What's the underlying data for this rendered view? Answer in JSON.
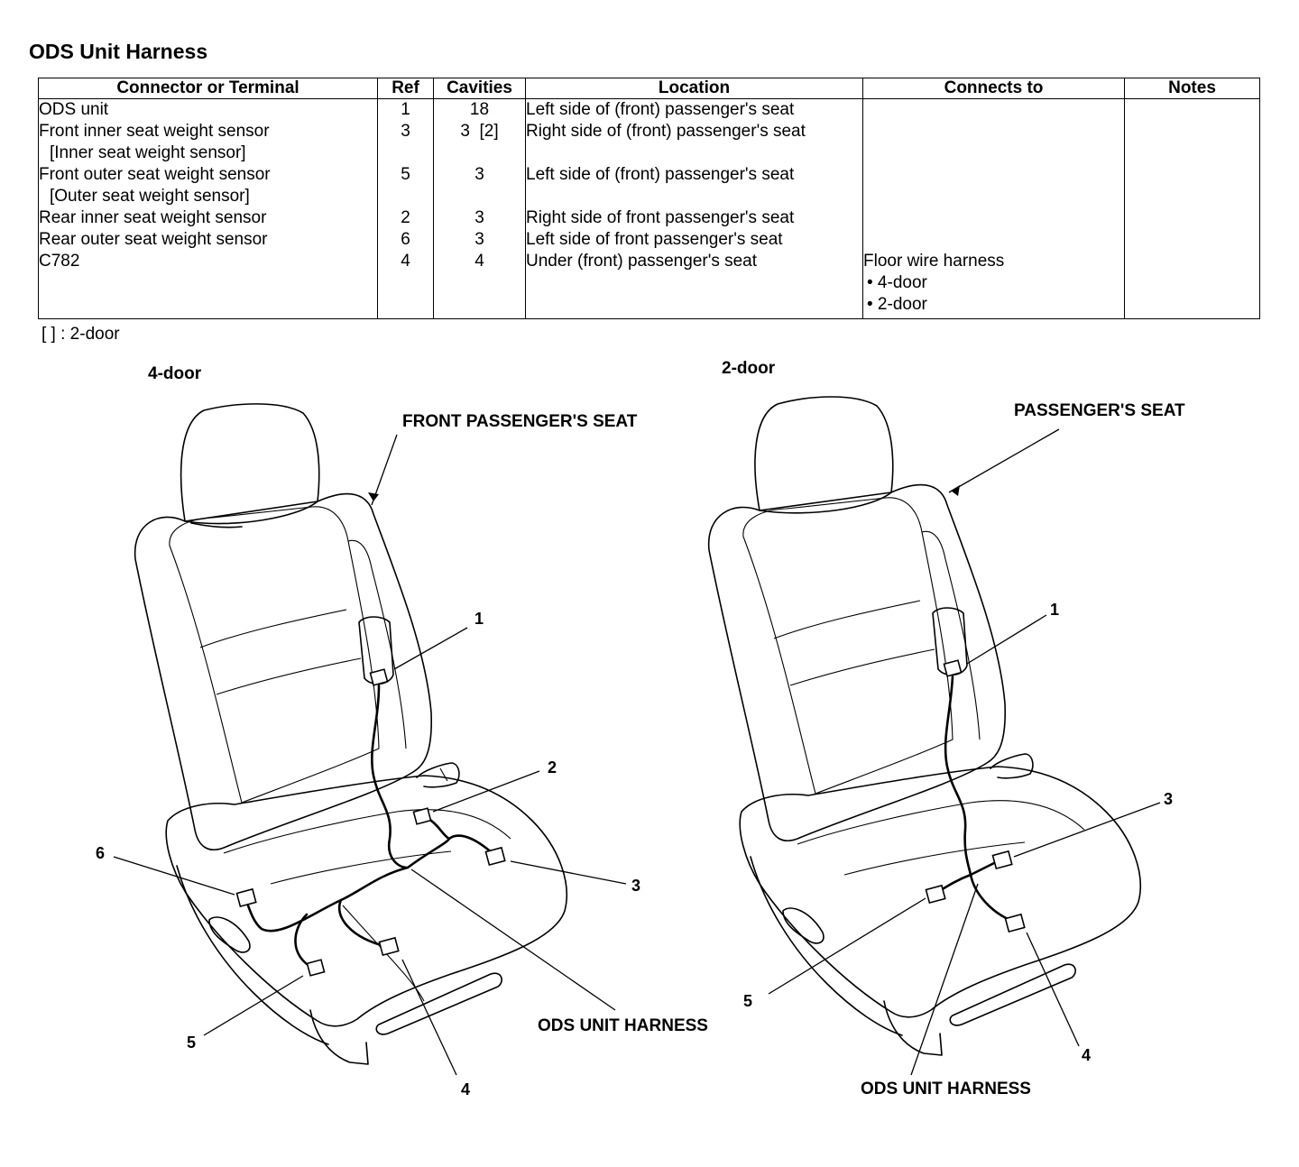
{
  "title": "ODS Unit Harness",
  "table": {
    "headers": {
      "connector": "Connector or Terminal",
      "ref": "Ref",
      "cavities": "Cavities",
      "location": "Location",
      "connects_to": "Connects to",
      "notes": "Notes"
    },
    "connector_lines": [
      "ODS unit",
      "Front inner seat weight sensor",
      "  [Inner seat weight sensor]",
      "Front outer seat weight sensor",
      "  [Outer seat weight sensor]",
      "Rear inner seat weight sensor",
      "Rear outer seat weight sensor",
      "C782"
    ],
    "ref_lines": [
      "1",
      "3",
      "",
      "5",
      "",
      "2",
      "6",
      "4"
    ],
    "cavities_lines": [
      "18",
      "3  [2]",
      "",
      "3",
      "",
      "3",
      "3",
      "4"
    ],
    "location_lines": [
      "Left side of (front) passenger's seat",
      "Right side of (front) passenger's seat",
      "",
      "Left side of (front) passenger's seat",
      "",
      "Right side of front passenger's seat",
      "Left side of front passenger's seat",
      "Under (front) passenger's seat"
    ],
    "connects_lines": [
      "",
      "",
      "",
      "",
      "",
      "",
      "",
      "Floor wire harness",
      "• 4-door",
      "• 2-door"
    ]
  },
  "legend": "[ ] : 2-door",
  "left_diagram": {
    "heading": "4-door",
    "seat_label": "FRONT PASSENGER'S SEAT",
    "harness_label": "ODS UNIT HARNESS",
    "callouts": [
      "1",
      "2",
      "3",
      "4",
      "5",
      "6"
    ]
  },
  "right_diagram": {
    "heading": "2-door",
    "seat_label": "PASSENGER'S SEAT",
    "harness_label": "ODS UNIT HARNESS",
    "callouts": [
      "1",
      "3",
      "4",
      "5"
    ]
  }
}
